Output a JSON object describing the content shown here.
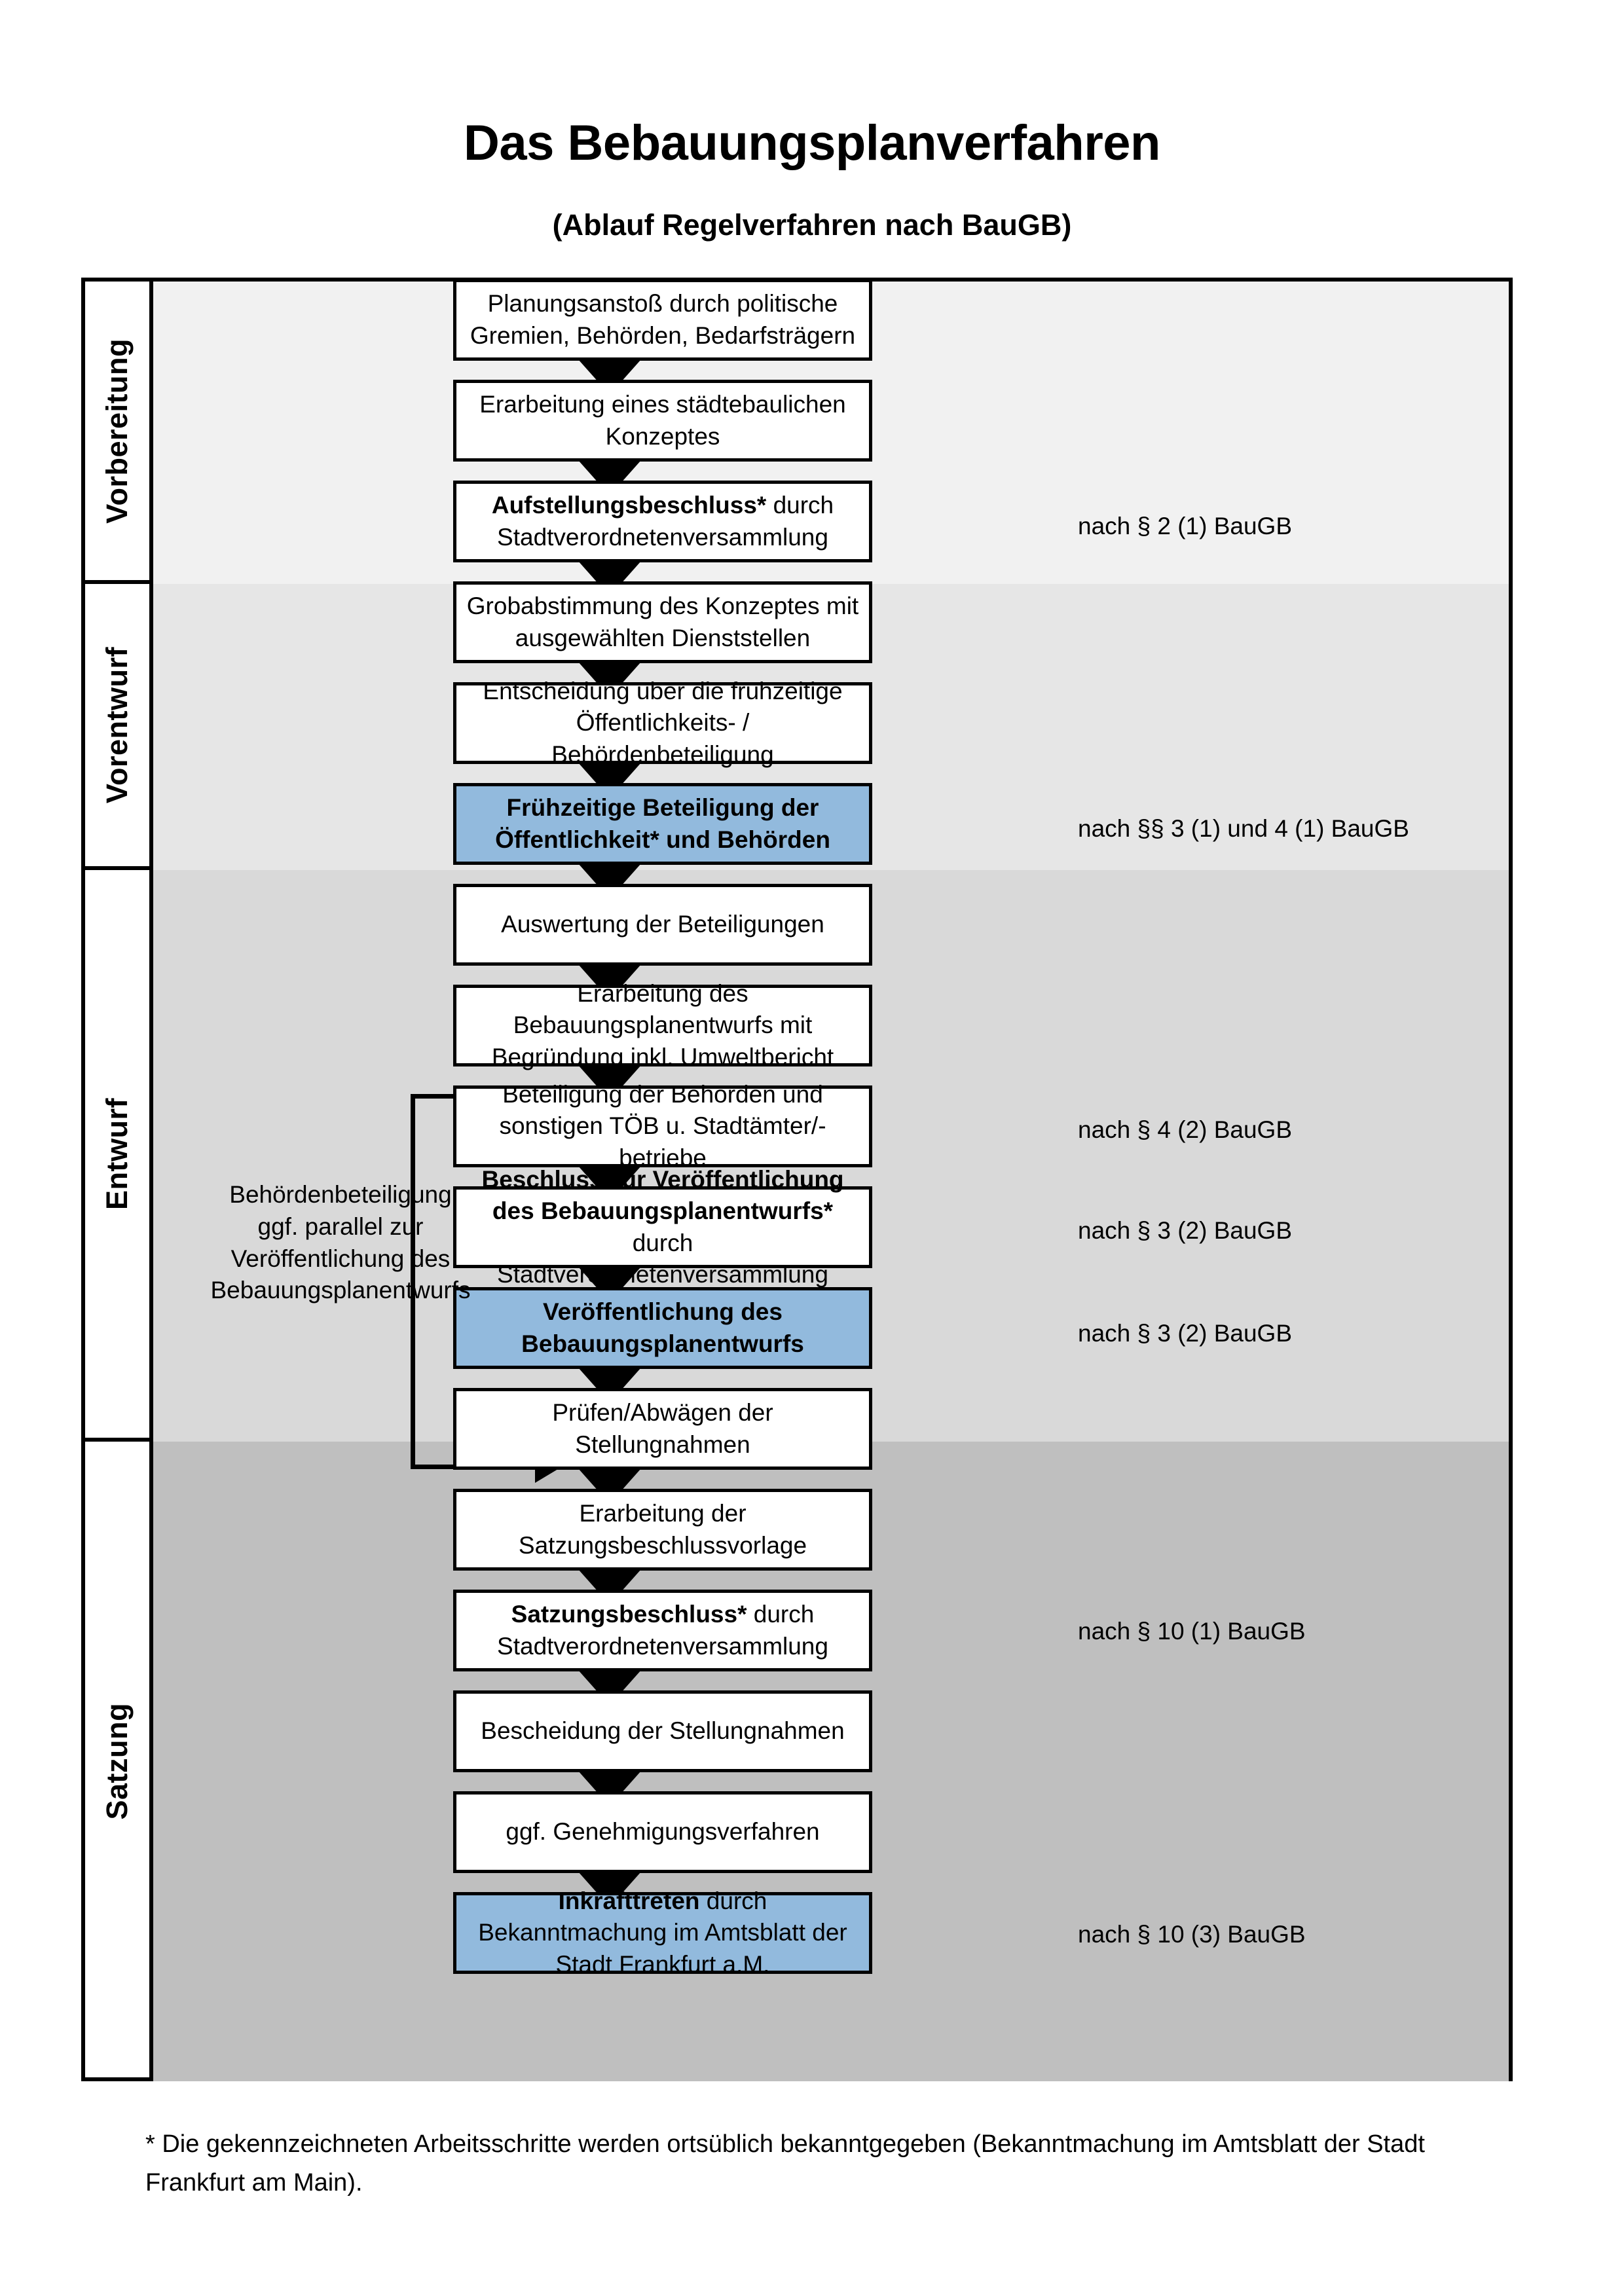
{
  "document": {
    "title": "Das Bebauungsplanverfahren",
    "subtitle": "(Ablauf Regelverfahren nach BauGB)",
    "footnote": "* Die gekennzeichneten Arbeitsschritte werden ortsüblich bekanntgegeben (Bekanntmachung im Amtsblatt  der Stadt Frankfurt am Main)."
  },
  "colors": {
    "highlight_box": "#92badd",
    "band_vorbereitung": "#f1f1f1",
    "band_vorentwurf": "#e6e6e6",
    "band_entwurf": "#d9d9d9",
    "band_satzung": "#bfbfbf",
    "border": "#000000"
  },
  "phases": [
    {
      "label": "Vorbereitung"
    },
    {
      "label": "Vorentwurf"
    },
    {
      "label": "Entwurf"
    },
    {
      "label": "Satzung"
    }
  ],
  "steps": [
    {
      "id": "planungsanstoss",
      "text": "Planungsanstoß durch politische Gremien, Behörden, Bedarfsträgern",
      "bold": "",
      "rest": "",
      "highlight": false
    },
    {
      "id": "staedtebauliches-konzept",
      "text": "Erarbeitung eines städtebaulichen Konzeptes",
      "bold": "",
      "rest": "",
      "highlight": false
    },
    {
      "id": "aufstellungsbeschluss",
      "text": "Aufstellungsbeschluss* durch Stadtverordnetenversammlung",
      "bold": "Aufstellungsbeschluss*",
      "rest": " durch Stadtverordnetenversammlung",
      "highlight": false
    },
    {
      "id": "grobabstimmung",
      "text": "Grobabstimmung des Konzeptes mit ausgewählten Dienststellen",
      "bold": "",
      "rest": "",
      "highlight": false
    },
    {
      "id": "entscheidung-fruehzeitige",
      "text": "Entscheidung über die frühzeitige Öffentlichkeits- / Behördenbeteiligung",
      "bold": "",
      "rest": "",
      "highlight": false
    },
    {
      "id": "fruehzeitige-beteiligung",
      "text": "Frühzeitige Beteiligung der Öffentlichkeit* und Behörden",
      "bold": "Frühzeitige Beteiligung der Öffentlichkeit* und Behörden",
      "rest": "",
      "highlight": true
    },
    {
      "id": "auswertung",
      "text": "Auswertung der Beteiligungen",
      "bold": "",
      "rest": "",
      "highlight": false
    },
    {
      "id": "erarbeitung-entwurf",
      "text": "Erarbeitung des Bebauungsplanentwurfs mit Begründung inkl. Umweltbericht",
      "bold": "",
      "rest": "",
      "highlight": false
    },
    {
      "id": "beteiligung-behoerden",
      "text": "Beteiligung der Behörden und sonstigen TÖB u. Stadtämter/-betriebe",
      "bold": "",
      "rest": "",
      "highlight": false
    },
    {
      "id": "beschluss-veroeffentlichung",
      "text": "Beschluss zur Veröffentlichung des Bebauungsplanentwurfs* durch Stadtverordnetenversammlung",
      "bold": "Beschluss zur Veröffentlichung des Bebauungsplanentwurfs*",
      "rest": " durch Stadtverordnetenversammlung",
      "highlight": false
    },
    {
      "id": "veroeffentlichung",
      "text": "Veröffentlichung des Bebauungsplanentwurfs",
      "bold": "Veröffentlichung des Bebauungsplanentwurfs",
      "rest": "",
      "highlight": true
    },
    {
      "id": "pruefen-abwaegen",
      "text": "Prüfen/Abwägen der Stellungnahmen",
      "bold": "",
      "rest": "",
      "highlight": false
    },
    {
      "id": "satzungsbeschlussvorlage",
      "text": "Erarbeitung der Satzungsbeschlussvorlage",
      "bold": "",
      "rest": "",
      "highlight": false
    },
    {
      "id": "satzungsbeschluss",
      "text": "Satzungsbeschluss* durch Stadtverordnetenversammlung",
      "bold": "Satzungsbeschluss*",
      "rest": " durch Stadtverordnetenversammlung",
      "highlight": false
    },
    {
      "id": "bescheidung",
      "text": "Bescheidung der Stellungnahmen",
      "bold": "",
      "rest": "",
      "highlight": false
    },
    {
      "id": "genehmigungsverfahren",
      "text": "ggf. Genehmigungsverfahren",
      "bold": "",
      "rest": "",
      "highlight": false
    },
    {
      "id": "inkrafttreten",
      "text": "Inkrafttreten durch Bekanntmachung im Amtsblatt der Stadt Frankfurt a.M.",
      "bold": "Inkrafttreten",
      "rest": " durch Bekanntmachung im Amtsblatt der Stadt Frankfurt a.M.",
      "highlight": true
    }
  ],
  "legal_references": [
    {
      "id": "ref-2-1",
      "text": "nach § 2 (1) BauGB"
    },
    {
      "id": "ref-3-1-4-1",
      "text": "nach §§ 3 (1) und 4 (1) BauGB"
    },
    {
      "id": "ref-4-2",
      "text": "nach § 4 (2) BauGB"
    },
    {
      "id": "ref-3-2-a",
      "text": "nach § 3 (2) BauGB"
    },
    {
      "id": "ref-3-2-b",
      "text": "nach § 3 (2) BauGB"
    },
    {
      "id": "ref-10-1",
      "text": "nach § 10 (1) BauGB"
    },
    {
      "id": "ref-10-3",
      "text": "nach § 10 (3) BauGB"
    }
  ],
  "side_note": {
    "line1": "Behördenbeteiligung",
    "line2": "ggf. parallel zur",
    "line3": "Veröffentlichung des",
    "line4": "Bebauungsplanentwurfs"
  }
}
